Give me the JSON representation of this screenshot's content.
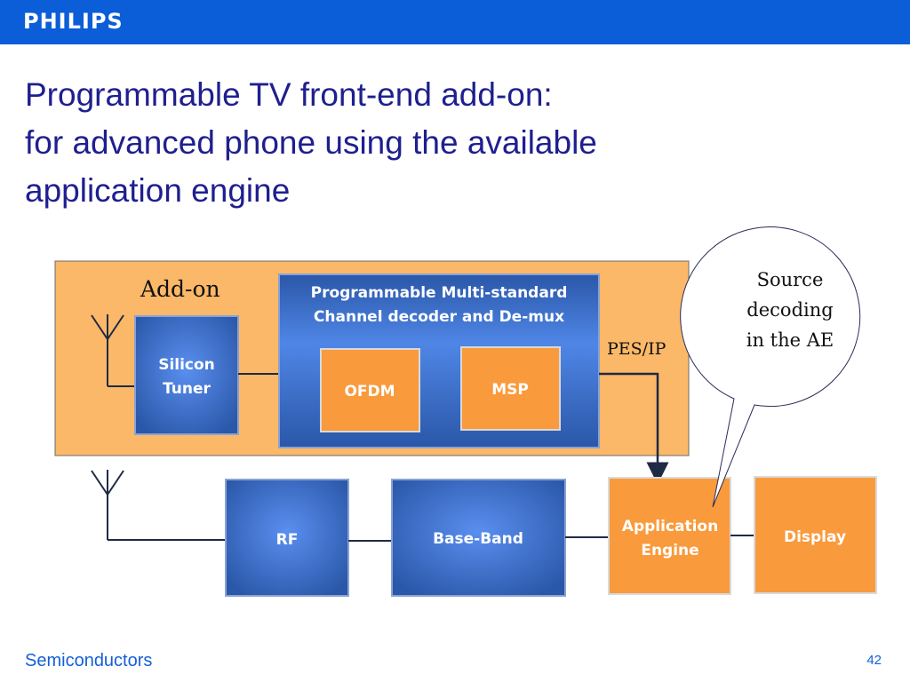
{
  "header": {
    "logo_text": "PHILIPS",
    "bar_color": "#0b5ed7"
  },
  "title": {
    "line1": "Programmable TV front-end add-on:",
    "line2": "for advanced phone using the available",
    "line3": "application engine",
    "color": "#1f1f8f"
  },
  "diagram": {
    "addon_label": "Add-on",
    "decoder_title_line1": "Programmable Multi-standard",
    "decoder_title_line2": "Channel decoder and De-mux",
    "silicon_tuner_line1": "Silicon",
    "silicon_tuner_line2": "Tuner",
    "ofdm": "OFDM",
    "msp": "MSP",
    "pes_ip": "PES/IP",
    "rf": "RF",
    "base_band": "Base-Band",
    "app_engine_line1": "Application",
    "app_engine_line2": "Engine",
    "display": "Display",
    "callout_line1": "Source",
    "callout_line2": "decoding",
    "callout_line3": "in the AE",
    "colors": {
      "blue_block": "#2f5fb3",
      "orange_block": "#f99a3c",
      "addon_fill": "#fbb868"
    }
  },
  "footer": {
    "left_text": "Semiconductors",
    "page_number": "42"
  }
}
